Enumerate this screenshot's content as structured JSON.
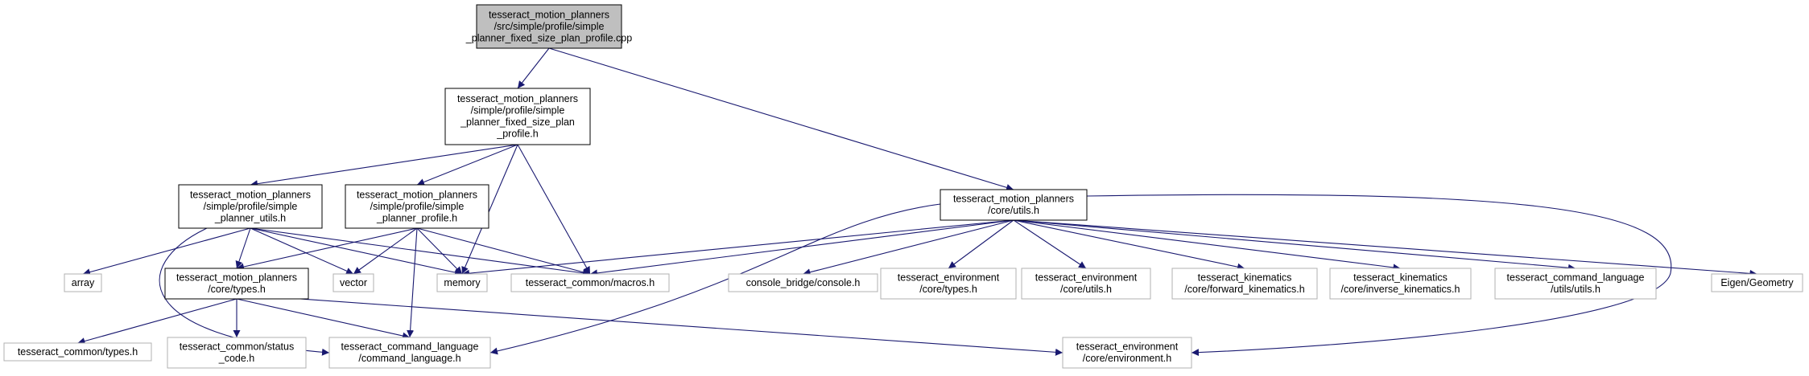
{
  "colors": {
    "edge": "#191970",
    "node_border_root": "#000000",
    "node_border_main": "#000000",
    "node_border_external": "#b0b0b0",
    "node_fill_root": "#bfbfbf",
    "node_fill": "#ffffff"
  },
  "nodes": [
    {
      "id": "root",
      "kind": "root",
      "lines": [
        "tesseract_motion_planners",
        "/src/simple/profile/simple",
        "_planner_fixed_size_plan_profile.cpp"
      ]
    },
    {
      "id": "fixed_h",
      "kind": "main",
      "lines": [
        "tesseract_motion_planners",
        "/simple/profile/simple",
        "_planner_fixed_size_plan",
        "_profile.h"
      ]
    },
    {
      "id": "utils_h",
      "kind": "main",
      "lines": [
        "tesseract_motion_planners",
        "/simple/profile/simple",
        "_planner_utils.h"
      ]
    },
    {
      "id": "profile_h",
      "kind": "main",
      "lines": [
        "tesseract_motion_planners",
        "/simple/profile/simple",
        "_planner_profile.h"
      ]
    },
    {
      "id": "core_utils",
      "kind": "main",
      "lines": [
        "tesseract_motion_planners",
        "/core/utils.h"
      ]
    },
    {
      "id": "core_types",
      "kind": "main",
      "lines": [
        "tesseract_motion_planners",
        "/core/types.h"
      ]
    },
    {
      "id": "array",
      "kind": "external",
      "lines": [
        "array"
      ]
    },
    {
      "id": "vector",
      "kind": "external",
      "lines": [
        "vector"
      ]
    },
    {
      "id": "memory",
      "kind": "external",
      "lines": [
        "memory"
      ]
    },
    {
      "id": "macros",
      "kind": "external",
      "lines": [
        "tesseract_common/macros.h"
      ]
    },
    {
      "id": "console",
      "kind": "external",
      "lines": [
        "console_bridge/console.h"
      ]
    },
    {
      "id": "env_types",
      "kind": "external",
      "lines": [
        "tesseract_environment",
        "/core/types.h"
      ]
    },
    {
      "id": "env_utils",
      "kind": "external",
      "lines": [
        "tesseract_environment",
        "/core/utils.h"
      ]
    },
    {
      "id": "fk",
      "kind": "external",
      "lines": [
        "tesseract_kinematics",
        "/core/forward_kinematics.h"
      ]
    },
    {
      "id": "ik",
      "kind": "external",
      "lines": [
        "tesseract_kinematics",
        "/core/inverse_kinematics.h"
      ]
    },
    {
      "id": "cl_utils",
      "kind": "external",
      "lines": [
        "tesseract_command_language",
        "/utils/utils.h"
      ]
    },
    {
      "id": "eigen",
      "kind": "external",
      "lines": [
        "Eigen/Geometry"
      ]
    },
    {
      "id": "common_types",
      "kind": "external",
      "lines": [
        "tesseract_common/types.h"
      ]
    },
    {
      "id": "status_code",
      "kind": "external",
      "lines": [
        "tesseract_common/status",
        "_code.h"
      ]
    },
    {
      "id": "command_language",
      "kind": "external",
      "lines": [
        "tesseract_command_language",
        "/command_language.h"
      ]
    },
    {
      "id": "environment",
      "kind": "external",
      "lines": [
        "tesseract_environment",
        "/core/environment.h"
      ]
    }
  ],
  "edges": [
    [
      "root",
      "fixed_h"
    ],
    [
      "root",
      "core_utils"
    ],
    [
      "fixed_h",
      "utils_h"
    ],
    [
      "fixed_h",
      "profile_h"
    ],
    [
      "fixed_h",
      "memory"
    ],
    [
      "fixed_h",
      "macros"
    ],
    [
      "utils_h",
      "array"
    ],
    [
      "utils_h",
      "core_types"
    ],
    [
      "utils_h",
      "vector"
    ],
    [
      "utils_h",
      "memory"
    ],
    [
      "utils_h",
      "macros"
    ],
    [
      "utils_h",
      "command_language"
    ],
    [
      "profile_h",
      "core_types"
    ],
    [
      "profile_h",
      "vector"
    ],
    [
      "profile_h",
      "memory"
    ],
    [
      "profile_h",
      "macros"
    ],
    [
      "profile_h",
      "command_language"
    ],
    [
      "core_types",
      "common_types"
    ],
    [
      "core_types",
      "status_code"
    ],
    [
      "core_types",
      "command_language"
    ],
    [
      "core_types",
      "environment"
    ],
    [
      "core_utils",
      "memory"
    ],
    [
      "core_utils",
      "macros"
    ],
    [
      "core_utils",
      "console"
    ],
    [
      "core_utils",
      "env_types"
    ],
    [
      "core_utils",
      "env_utils"
    ],
    [
      "core_utils",
      "fk"
    ],
    [
      "core_utils",
      "ik"
    ],
    [
      "core_utils",
      "cl_utils"
    ],
    [
      "core_utils",
      "eigen"
    ],
    [
      "core_utils",
      "command_language"
    ],
    [
      "core_utils",
      "environment"
    ]
  ]
}
